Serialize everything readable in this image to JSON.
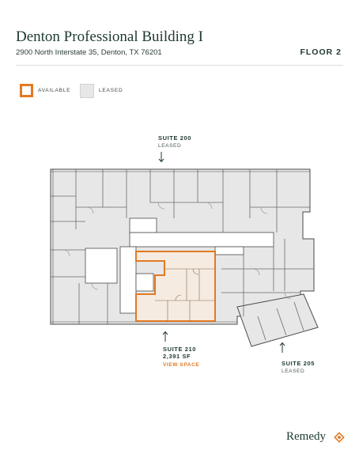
{
  "header": {
    "title": "Denton Professional Building I",
    "address": "2900 North Interstate 35, Denton, TX 76201",
    "floor": "FLOOR 2"
  },
  "legend": {
    "available": "AVAILABLE",
    "leased": "LEASED"
  },
  "suites": {
    "suite_200": {
      "name": "SUITE 200",
      "status": "LEASED"
    },
    "suite_210": {
      "name": "SUITE 210",
      "size": "2,391 SF",
      "action": "VIEW SPACE"
    },
    "suite_205": {
      "name": "SUITE 205",
      "status": "LEASED"
    }
  },
  "brand": {
    "name": "Remedy"
  },
  "colors": {
    "available": "#e07a24",
    "leased": "#e7e7e7",
    "text": "#1f3a2e",
    "wall": "#4a4a4a"
  }
}
